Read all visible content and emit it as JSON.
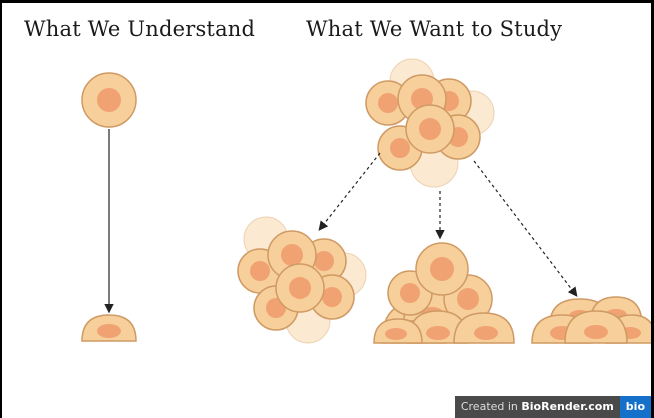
{
  "headings": {
    "left": "What We Understand",
    "right": "What We Want to Study"
  },
  "watermark": {
    "prefix": "Created in ",
    "brand": "BioRender.com",
    "logo": "bio"
  },
  "colors": {
    "cell_fill": "#f7cf9b",
    "cell_stroke": "#cf9a63",
    "nucleus_fill": "#f0a272",
    "arrow": "#222222"
  },
  "icons": [
    "cell-icon",
    "arrow-solid",
    "arrow-dotted"
  ]
}
